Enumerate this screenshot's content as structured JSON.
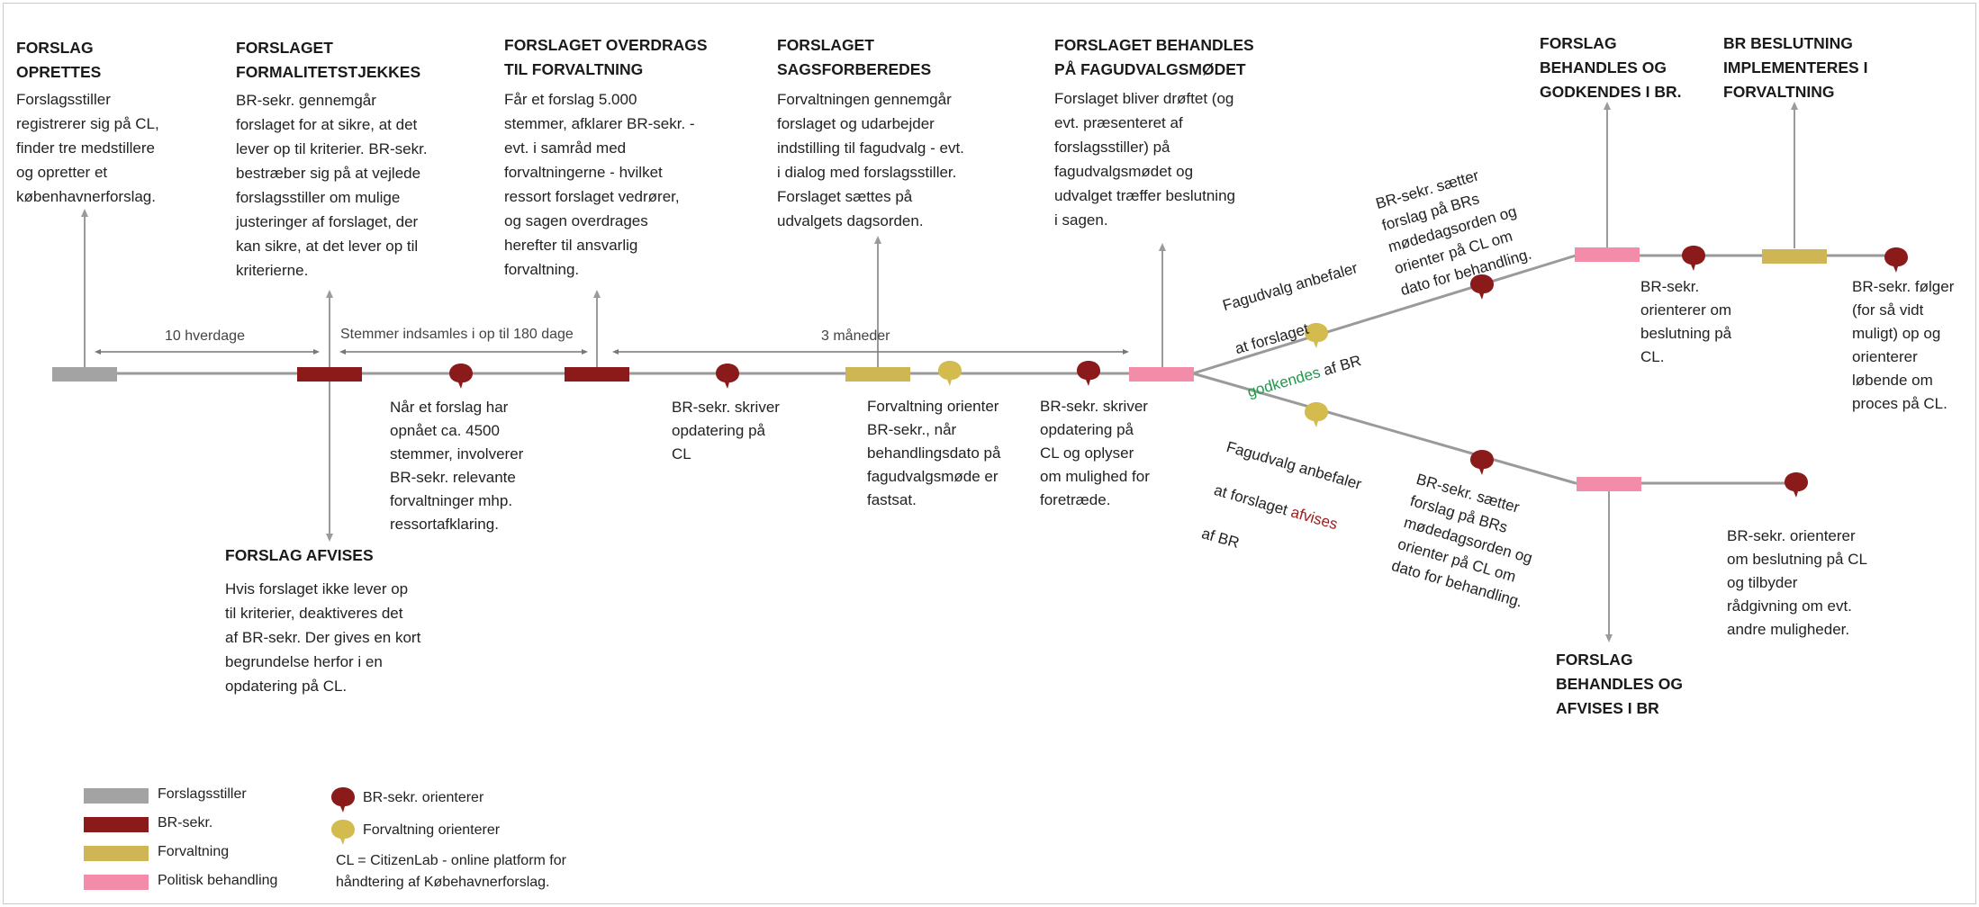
{
  "colors": {
    "forslagsstiller": "#a3a3a3",
    "br_sekr": "#8b1a1a",
    "forvaltning": "#cdb653",
    "politisk": "#f38ca8",
    "line": "#9a9a9a",
    "bubble_br": "#8b1a1a",
    "bubble_forv": "#d4bb4e"
  },
  "stages": {
    "s1": {
      "title": "FORSLAG\nOPRETTES",
      "body": "Forslagsstiller\nregistrerer sig på CL,\nfinder tre medstillere\nog opretter et\nkøbenhavnerforslag."
    },
    "s2": {
      "title": "FORSLAGET\nFORMALITETSTJEKKES",
      "body": "BR-sekr. gennemgår\nforslaget for at sikre, at det\nlever op til kriterier. BR-sekr.\nbestræber sig på at vejlede\nforslagsstiller om mulige\njusteringer af forslaget, der\nkan sikre, at det lever op til\nkriterierne."
    },
    "s3": {
      "title": "FORSLAGET OVERDRAGS\nTIL FORVALTNING",
      "body": "Får et forslag 5.000\nstemmer, afklarer BR-sekr. -\nevt. i samråd med\nforvaltningerne - hvilket\nressort forslaget vedrører,\nog sagen overdrages\nherefter til ansvarlig\nforvaltning."
    },
    "s4": {
      "title": "FORSLAGET\nSAGSFORBEREDES",
      "body": "Forvaltningen gennemgår\nforslaget og udarbejder\nindstilling til fagudvalg - evt.\ni dialog med forslagsstiller.\nForslaget sættes på\nudvalgets dagsorden."
    },
    "s5": {
      "title": "FORSLAGET BEHANDLES\nPÅ FAGUDVALGSMØDET",
      "body": "Forslaget bliver drøftet (og\nevt. præsenteret af\nforslagsstiller) på\nfagudvalgsmødet og\nudvalget træffer beslutning\ni sagen."
    },
    "s6": {
      "title": "FORSLAG\nBEHANDLES OG\nGODKENDES I BR."
    },
    "s7": {
      "title": "BR BESLUTNING\nIMPLEMENTERES I\nFORVALTNING"
    },
    "s8": {
      "title": "FORSLAG AFVISES",
      "body": "Hvis forslaget ikke lever op\ntil kriterier, deaktiveres det\naf BR-sekr. Der gives en kort\nbegrundelse herfor i en\nopdatering på CL."
    },
    "s9": {
      "title": "FORSLAG\nBEHANDLES OG\nAFVISES I BR"
    }
  },
  "durations": {
    "d1": "10 hverdage",
    "d2": "Stemmer indsamles i op til 180 dage",
    "d3": "3 måneder"
  },
  "notes": {
    "n1": "Når et forslag har\nopnået ca. 4500\nstemmer, involverer\nBR-sekr. relevante\nforvaltninger mhp.\nressortafklaring.",
    "n2": "BR-sekr. skriver\nopdatering på\nCL",
    "n3": "Forvaltning orienter\nBR-sekr., når\nbehandlingsdato på\nfagudvalgsmøde er\nfastsat.",
    "n4": "BR-sekr. skriver\nopdatering på\nCL og oplyser\nom mulighed for\nforetræde.",
    "n5": "BR-sekr.\norienterer om\nbeslutning på\nCL.",
    "n6": "BR-sekr. følger\n(for så vidt\nmuligt) op og\norienterer\nløbende om\nproces på CL.",
    "n7": "BR-sekr. orienterer\nom beslutning på CL\nog tilbyder\nrådgivning om evt.\nandre muligheder."
  },
  "branch_up": {
    "line1": "Fagudvalg anbefaler",
    "line2": "at forslaget",
    "word": "godkendes",
    "line3_suffix": " af BR",
    "sekr": "BR-sekr. sætter\nforslag på BRs\nmødedagsorden og\norienter på CL om\ndato for behandling."
  },
  "branch_down": {
    "line1": "Fagudvalg anbefaler",
    "line2_prefix": "at forslaget ",
    "word": "afvises",
    "line3": "af BR",
    "sekr": "BR-sekr. sætter\nforslag på BRs\nmødedagsorden og\norienter på CL om\ndato for behandling."
  },
  "legend": {
    "forslagsstiller": "Forslagsstiller",
    "br_sekr": "BR-sekr.",
    "forvaltning": "Forvaltning",
    "politisk": "Politisk behandling",
    "br_orienterer": "BR-sekr. orienterer",
    "forv_orienterer": "Forvaltning orienterer",
    "cl_note": "CL = CitizenLab - online platform for\nhåndtering af Købehavnerforslag."
  }
}
